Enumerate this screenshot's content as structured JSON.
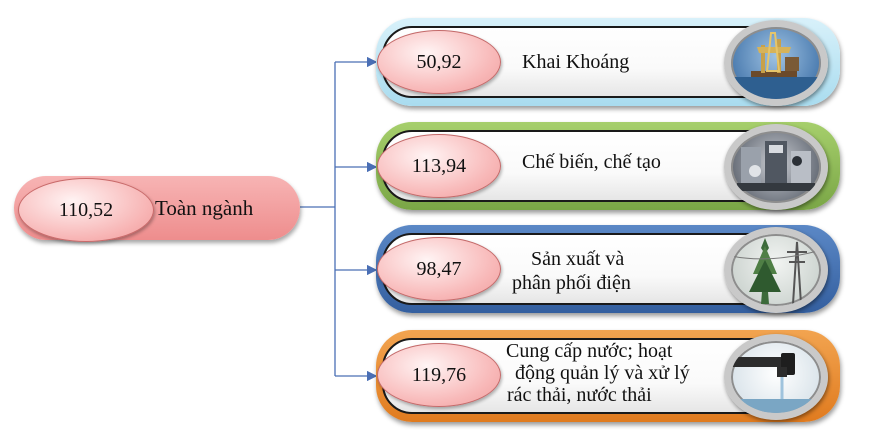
{
  "root": {
    "value": "110,52",
    "label": "Toàn ngành"
  },
  "branches": [
    {
      "value": "50,92",
      "label_lines": [
        "Khai Khoáng"
      ],
      "accent": "#bfe6f5",
      "icon": "oil-rig-icon"
    },
    {
      "value": "113,94",
      "label_lines": [
        "Chế biến, chế tạo"
      ],
      "accent": "#8cb84f",
      "icon": "factory-machinery-icon"
    },
    {
      "value": "98,47",
      "label_lines": [
        "Sản xuất và",
        "phân phối điện"
      ],
      "accent": "#3f6fb3",
      "icon": "power-tower-icon"
    },
    {
      "value": "119,76",
      "label_lines": [
        "Cung cấp nước; hoạt",
        "động quản lý và xử lý",
        "rác thải, nước thải"
      ],
      "accent": "#ea8c2d",
      "icon": "water-tap-icon"
    }
  ],
  "colors": {
    "connector": "#4a6fb5",
    "node_fill": "#f7b4b4"
  }
}
